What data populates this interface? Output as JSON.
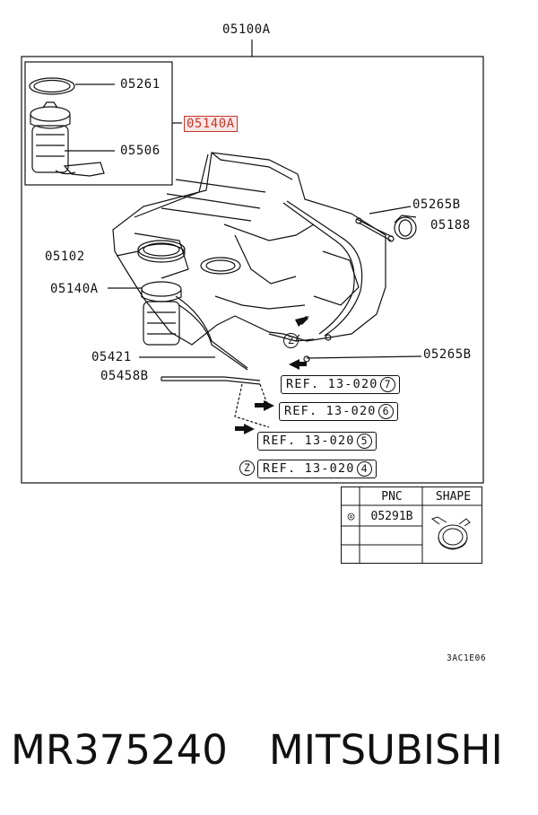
{
  "diagram": {
    "assembly_label": "05100A",
    "callouts": {
      "seal_ring": "05261",
      "pump_assembly_highlighted": "05140A",
      "sender": "05506",
      "hose_right_top": "05265B",
      "clamp": "05188",
      "cap_ring": "05102",
      "pump_assembly": "05140A",
      "hose_left": "05421",
      "hose_left_b": "05458B",
      "hose_right_bottom": "05265B"
    },
    "refs": [
      {
        "text": "REF. 13-020",
        "num": "7"
      },
      {
        "text": "REF. 13-020",
        "num": "6"
      },
      {
        "text": "REF. 13-020",
        "num": "5"
      },
      {
        "text": "REF. 13-020",
        "num": "4"
      }
    ],
    "z_marker": "Z"
  },
  "parts_table": {
    "header_pnc": "PNC",
    "header_shape": "SHAPE",
    "row_symbol": "◎",
    "row_pnc": "05291B"
  },
  "diagram_code": "3AC1E06",
  "footer": {
    "part_number": "MR375240",
    "brand": "MITSUBISHI"
  }
}
